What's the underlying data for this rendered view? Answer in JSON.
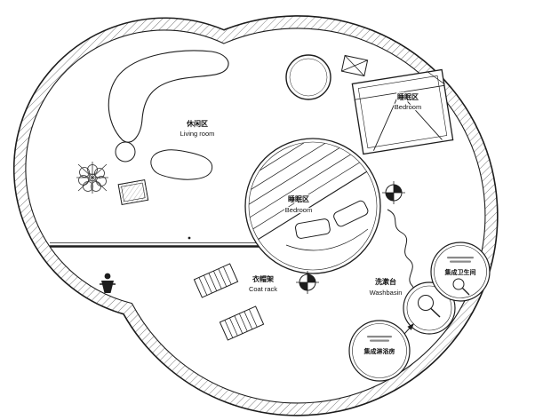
{
  "title": "circular-house-floor-plan",
  "colors": {
    "line": "#1d1d1d",
    "hatch": "#7a7a7a",
    "bg": "#ffffff"
  },
  "rooms": {
    "living": {
      "zh": "休闲区",
      "en": "Living room"
    },
    "bedroom_top": {
      "zh": "睡眠区",
      "en": "Bedroom"
    },
    "bedroom_center": {
      "zh": "睡眠区",
      "en": "Bedroom"
    },
    "coat_rack": {
      "zh": "衣帽架",
      "en": "Coat rack"
    },
    "washbasin": {
      "zh": "洗漱台",
      "en": "Washbasin"
    },
    "bathroom_unit": {
      "zh": "集成卫生间"
    },
    "shower_unit": {
      "zh": "集成淋浴房"
    }
  }
}
